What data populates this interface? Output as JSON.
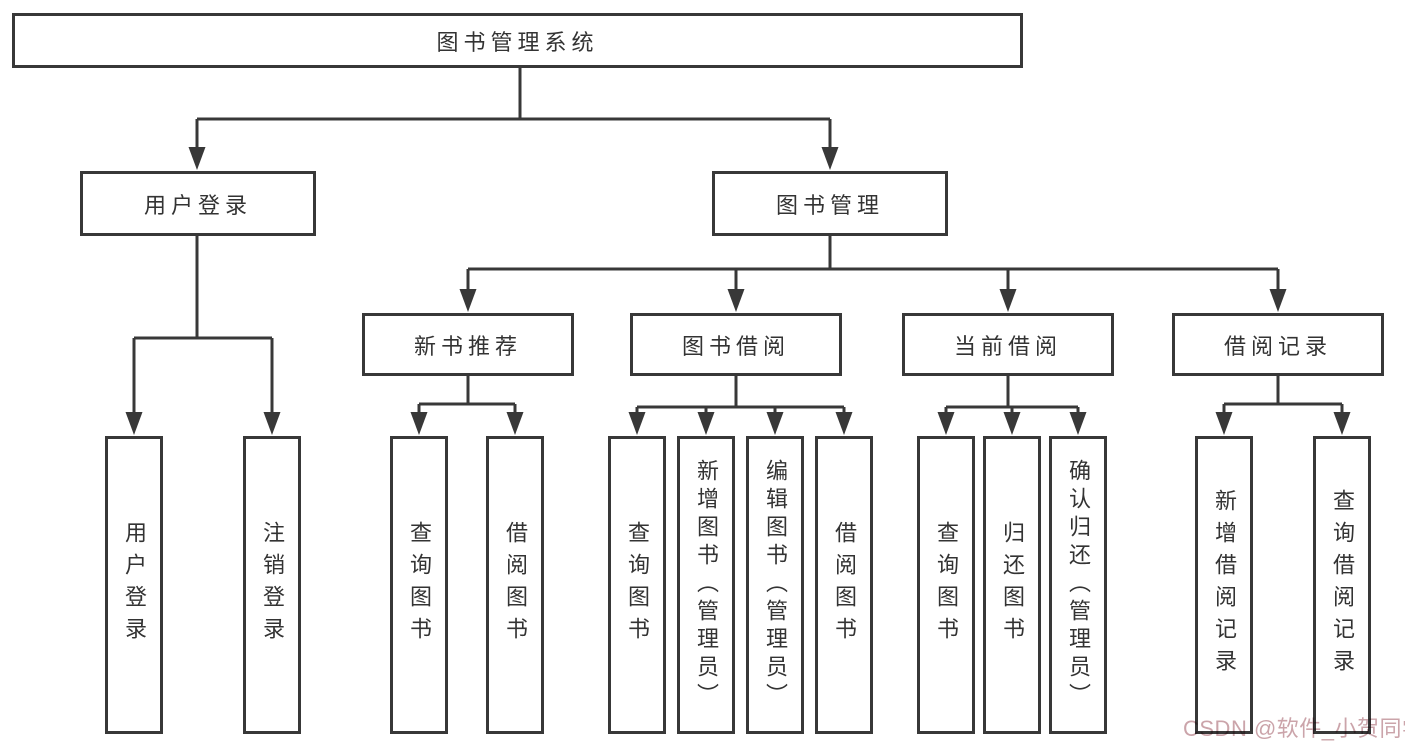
{
  "colors": {
    "line": "#383838",
    "text": "#333333",
    "watermark": "#cba4aa",
    "background": "#ffffff"
  },
  "watermark": {
    "text": "CSDN @软件_小贺同学"
  },
  "tree": {
    "root": {
      "label": "图书管理系统"
    },
    "branches": [
      {
        "label": "用户登录",
        "leaves": [
          {
            "label": "用户登录"
          },
          {
            "label": "注销登录"
          }
        ]
      },
      {
        "label": "图书管理",
        "sections": [
          {
            "label": "新书推荐",
            "leaves": [
              {
                "label": "查询图书"
              },
              {
                "label": "借阅图书"
              }
            ]
          },
          {
            "label": "图书借阅",
            "leaves": [
              {
                "label": "查询图书"
              },
              {
                "label": "新增图书（管理员）"
              },
              {
                "label": "编辑图书（管理员）"
              },
              {
                "label": "借阅图书"
              }
            ]
          },
          {
            "label": "当前借阅",
            "leaves": [
              {
                "label": "查询图书"
              },
              {
                "label": "归还图书"
              },
              {
                "label": "确认归还（管理员）"
              }
            ]
          },
          {
            "label": "借阅记录",
            "leaves": [
              {
                "label": "新增借阅记录"
              },
              {
                "label": "查询借阅记录"
              }
            ]
          }
        ]
      }
    ]
  }
}
